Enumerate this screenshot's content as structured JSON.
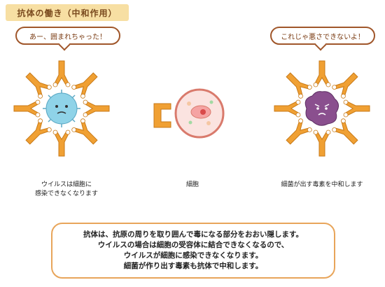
{
  "title": "抗体の働き（中和作用）",
  "bubbles": {
    "left": "あー、囲まれちゃった！",
    "right": "これじゃ悪さできないよ！"
  },
  "captions": {
    "virus_line1": "ウイルスは細胞に",
    "virus_line2": "感染できなくなります",
    "cell": "細胞",
    "toxin": "細菌が出す毒素を中和します"
  },
  "note": {
    "line1": "抗体は、抗原の周りを取り囲んで毒になる部分をおおい隠します。",
    "line2": "ウイルスの場合は細胞の受容体に結合できなくなるので、",
    "line3": "ウイルスが細胞に感染できなくなります。",
    "line4": "細菌が作り出す毒素も抗体で中和します。"
  },
  "colors": {
    "antibody": "#f0a033",
    "antibody_stroke": "#c87a18",
    "virus": "#8fd3e8",
    "toxin": "#8a4f8e",
    "border": "#e8a55a"
  }
}
